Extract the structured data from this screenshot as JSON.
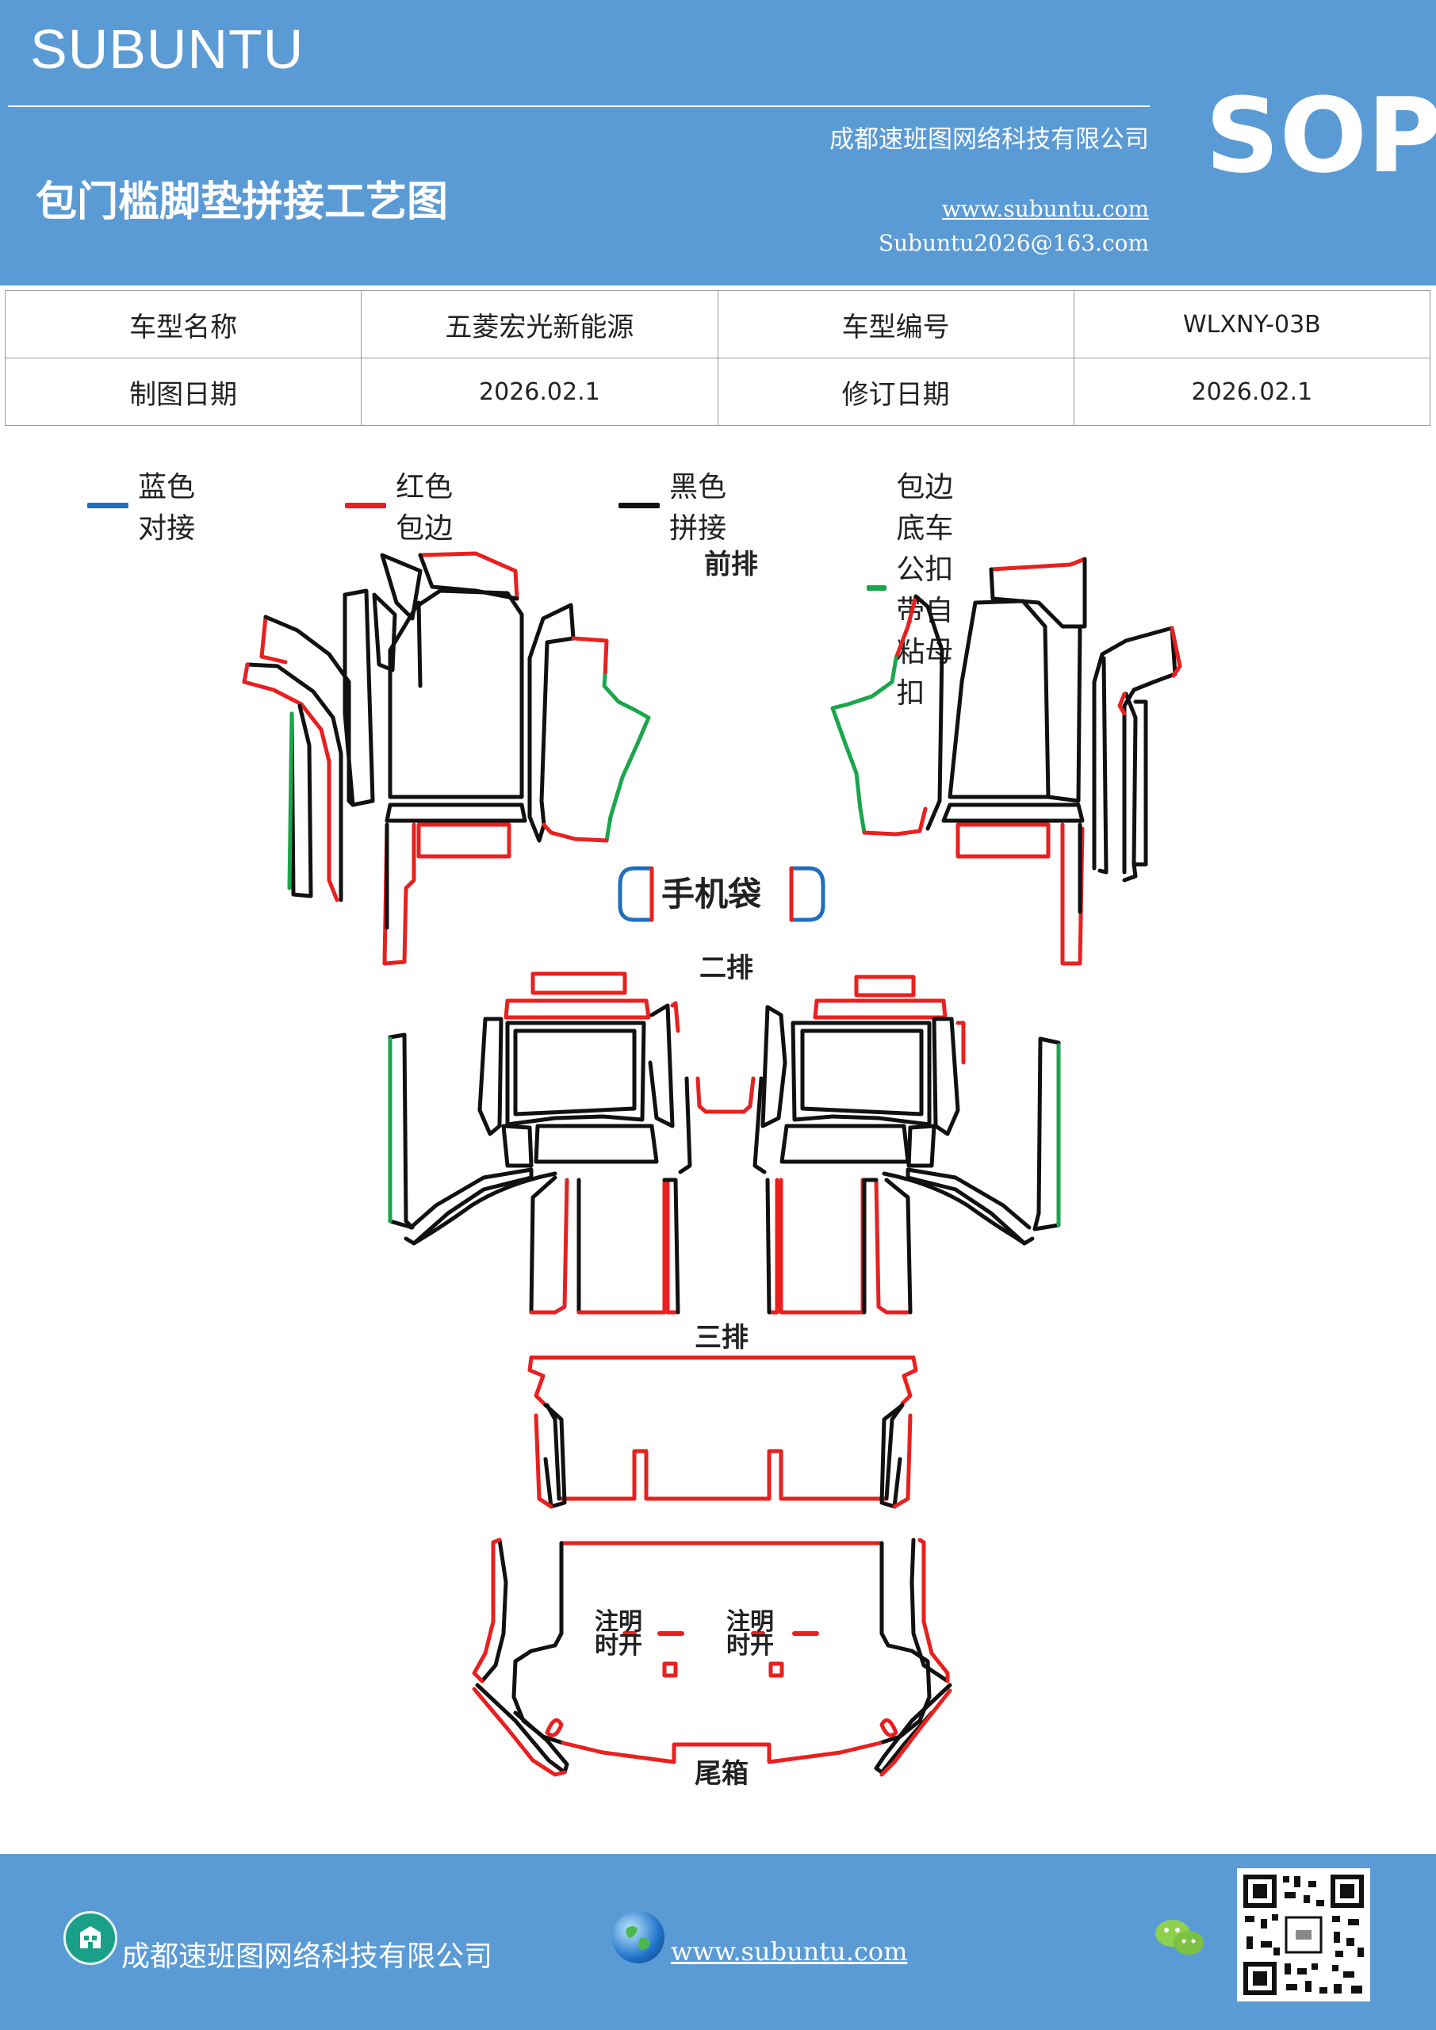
{
  "header": {
    "brand": "SUBUNTU",
    "sop": "SOP",
    "company": "成都速班图网络科技有限公司",
    "title": "包门槛脚垫拼接工艺图",
    "website": "www.subuntu.com",
    "email": "Subuntu2026@163.com",
    "color": "#5b9bd5"
  },
  "info": {
    "model_name_label": "车型名称",
    "model_name": "五菱宏光新能源",
    "model_code_label": "车型编号",
    "model_code": "WLXNY-03B",
    "draw_date_label": "制图日期",
    "draw_date": "2026.02.1",
    "revise_date_label": "修订日期",
    "revise_date": "2026.02.1"
  },
  "legend": [
    {
      "label": "蓝色对接",
      "color": "#1f6fbf"
    },
    {
      "label": "红色包边",
      "color": "#e8201f"
    },
    {
      "label": "黑色拼接",
      "color": "#111111"
    },
    {
      "label": "包边底车公扣带自粘母扣",
      "color": "#1aa64b"
    }
  ],
  "diagram": {
    "front_row": "前排",
    "phone_pocket": "手机袋",
    "second_row": "二排",
    "third_row": "三排",
    "trunk": "尾箱",
    "note_left_1": "注明",
    "note_left_2": "时开",
    "note_right_1": "注明",
    "note_right_2": "时开"
  },
  "footer": {
    "company": "成都速班图网络科技有限公司",
    "website": "www.subuntu.com",
    "building_icon": "building-icon",
    "globe_icon": "globe-icon",
    "wechat_icon": "wechat-icon",
    "qr": "qr-code"
  }
}
